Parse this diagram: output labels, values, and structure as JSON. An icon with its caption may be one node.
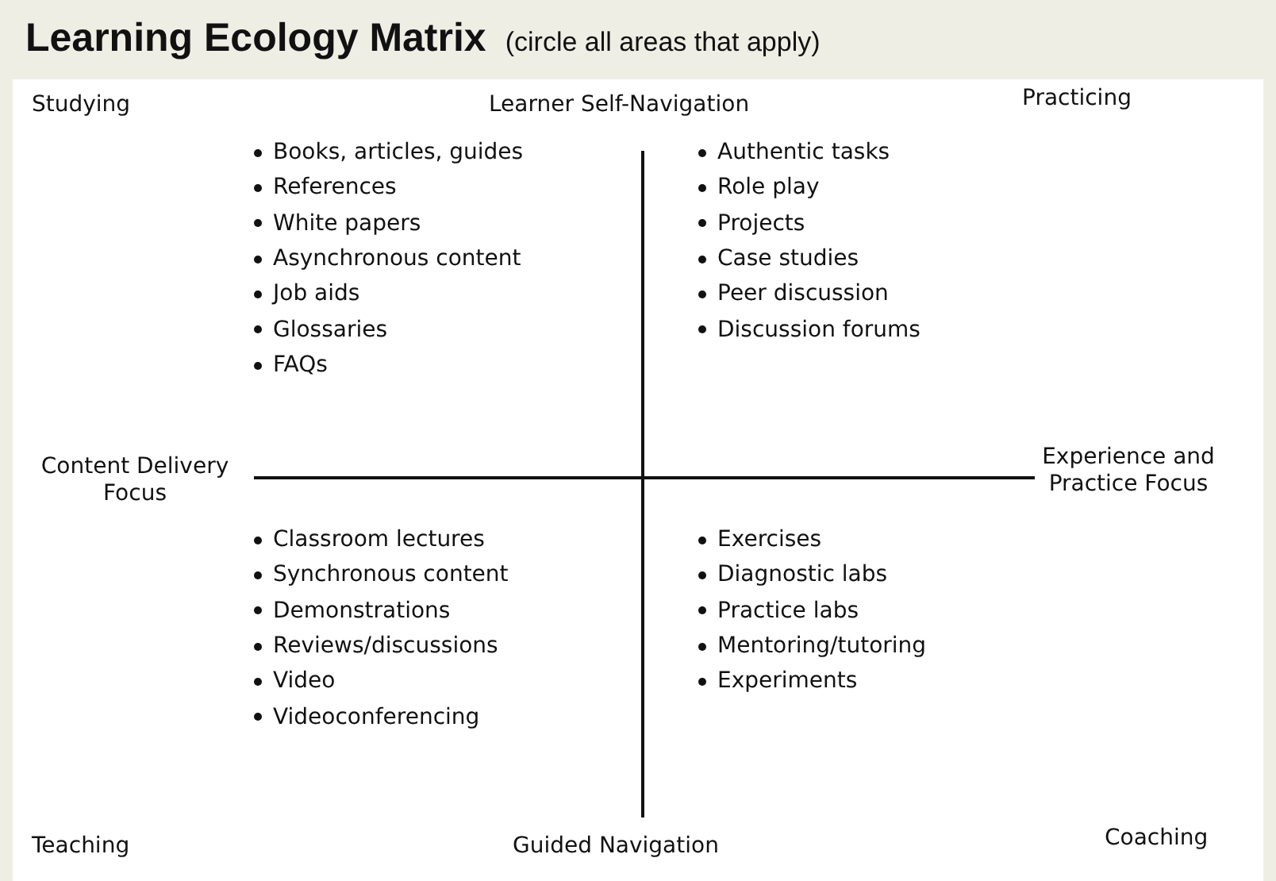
{
  "diagram": {
    "title": "Learning Ecology Matrix",
    "labels": [
      "(circle all areas that apply)",
      "Studying",
      "Learner Self-Navigation",
      "Practicing",
      "Books, articles, guides",
      "References",
      "White papers",
      "Asynchronous content",
      "Job aids",
      "Glossaries",
      "FAQs",
      "Authentic tasks",
      "Role play",
      "Projects",
      "Case studies",
      "Peer discussion",
      "Discussion forums",
      "Content Delivery Focus",
      "Experience and Practice Focus",
      "Classroom lectures",
      "Synchronous content",
      "Demonstrations",
      "Reviews/discussions",
      "Video",
      "Videoconferencing",
      "Exercises",
      "Diagnostic labs",
      "Practice labs",
      "Mentoring/tutoring",
      "Experiments",
      "Teaching",
      "Guided Navigation",
      "Coaching"
    ]
  }
}
